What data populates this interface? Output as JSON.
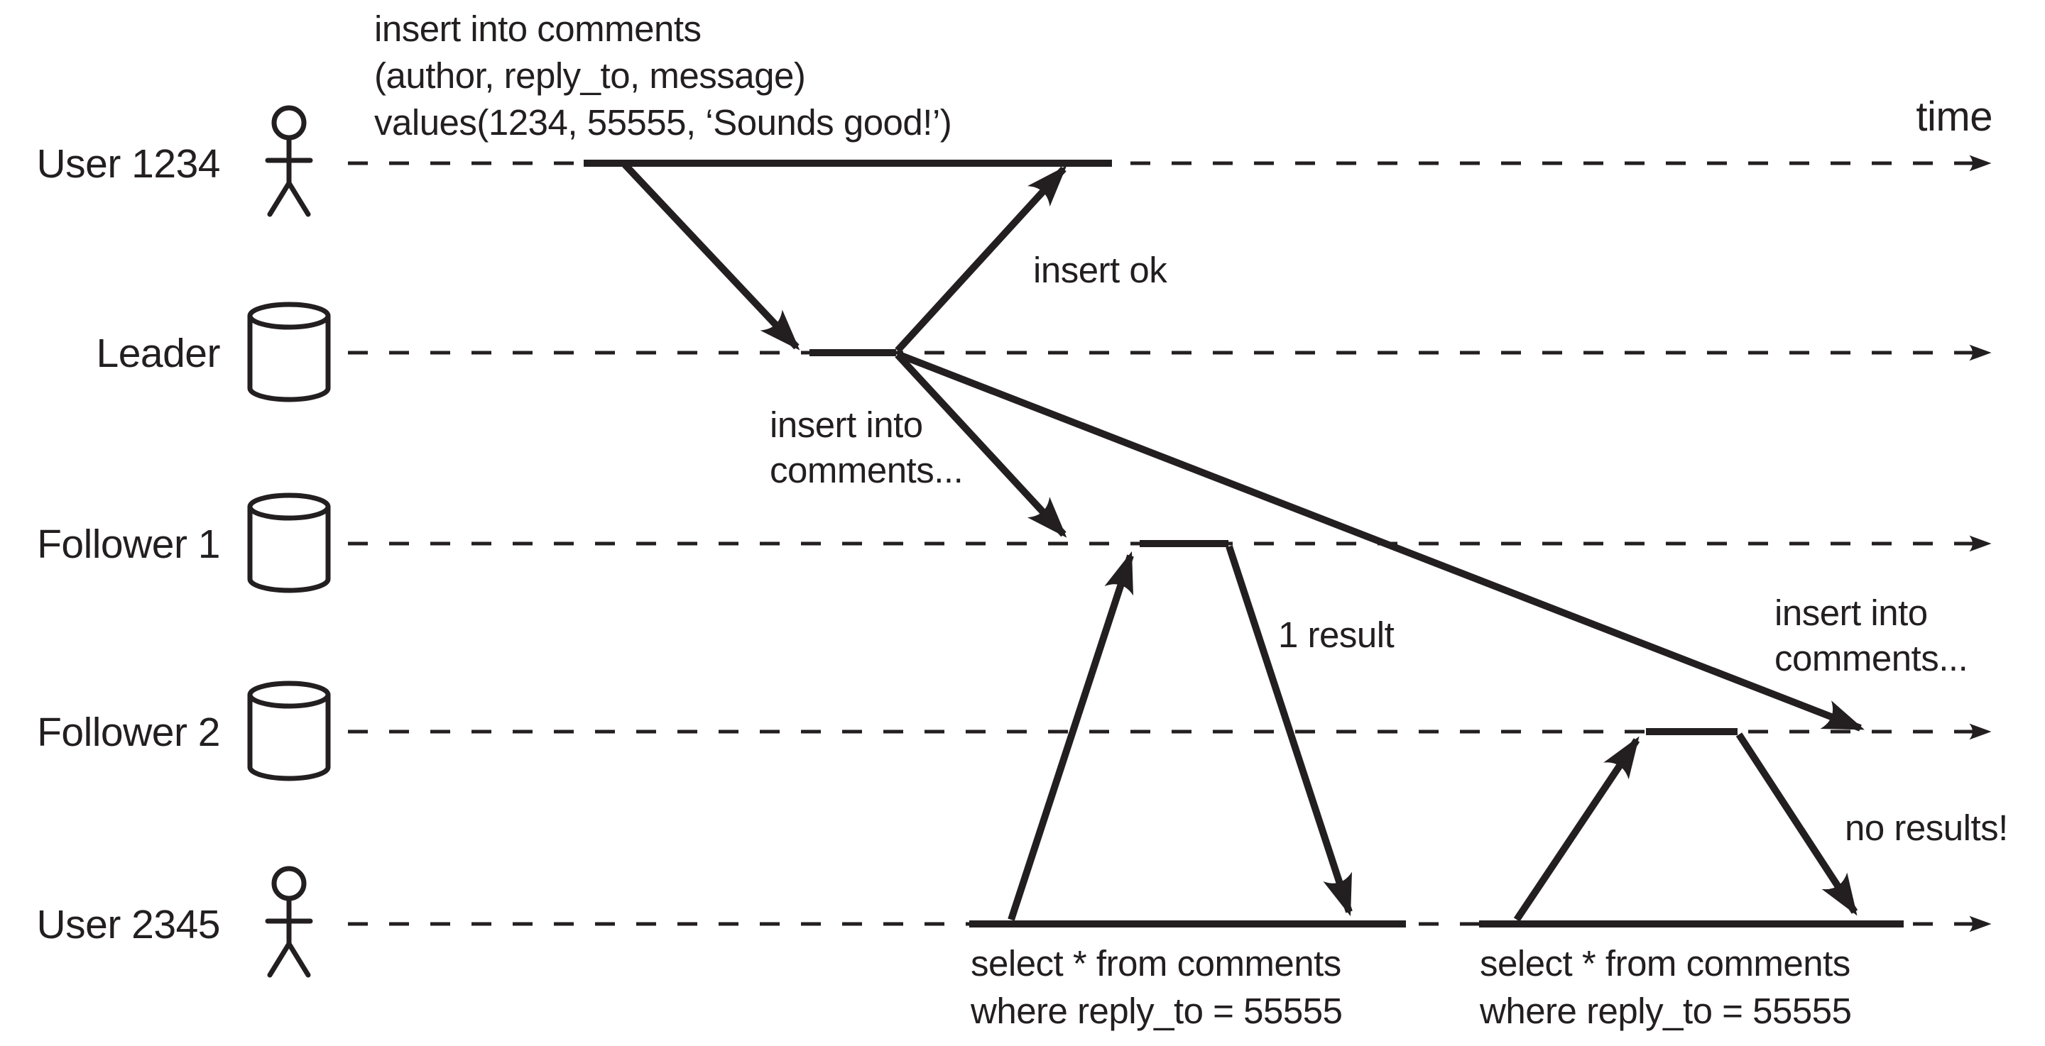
{
  "figure": {
    "background": "#ffffff",
    "ink_color": "#231f20",
    "time_axis_label": "time",
    "actors": [
      {
        "label": "User 1234",
        "icon": "person-icon"
      },
      {
        "label": "Leader",
        "icon": "database-cylinder-icon"
      },
      {
        "label": "Follower 1",
        "icon": "database-cylinder-icon"
      },
      {
        "label": "Follower 2",
        "icon": "database-cylinder-icon"
      },
      {
        "label": "User 2345",
        "icon": "person-icon"
      }
    ],
    "messages": {
      "insert_statement": {
        "line1": "insert into comments",
        "line2": "(author, reply_to, message)",
        "line3": "values(1234, 55555, ‘Sounds good!’)"
      },
      "insert_ok": "insert ok",
      "replication_to_follower1": {
        "line1": "insert into",
        "line2": "comments..."
      },
      "replication_to_follower2": {
        "line1": "insert into",
        "line2": "comments..."
      },
      "follower1_result": "1 result",
      "follower2_result": "no results!",
      "select_query_1": {
        "line1": "select * from comments",
        "line2": "where reply_to = 55555"
      },
      "select_query_2": {
        "line1": "select * from comments",
        "line2": "where reply_to = 55555"
      }
    }
  }
}
